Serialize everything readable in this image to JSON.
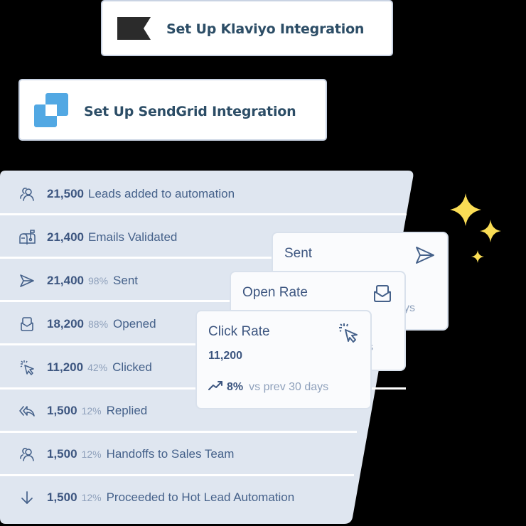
{
  "integrations": {
    "klaviyo": {
      "label": "Set Up Klaviyo Integration",
      "icon": "klaviyo-flag-icon",
      "color": "#2b2b2b"
    },
    "sendgrid": {
      "label": "Set Up SendGrid Integration",
      "icon": "sendgrid-squares-icon",
      "color": "#52a8e3"
    }
  },
  "funnel": {
    "rows": [
      {
        "icon": "users-icon",
        "count": "21,500",
        "percent": "",
        "label": "Leads added to automation"
      },
      {
        "icon": "mailbox-icon",
        "count": "21,400",
        "percent": "",
        "label": "Emails Validated"
      },
      {
        "icon": "send-icon",
        "count": "21,400",
        "percent": "98%",
        "label": "Sent"
      },
      {
        "icon": "envelope-open-icon",
        "count": "18,200",
        "percent": "88%",
        "label": "Opened"
      },
      {
        "icon": "cursor-click-icon",
        "count": "11,200",
        "percent": "42%",
        "label": "Clicked"
      },
      {
        "icon": "reply-all-icon",
        "count": "1,500",
        "percent": "12%",
        "label": "Replied"
      },
      {
        "icon": "users-icon",
        "count": "1,500",
        "percent": "12%",
        "label": "Handoffs to Sales Team"
      },
      {
        "icon": "arrow-down-icon",
        "count": "1,500",
        "percent": "12%",
        "label": "Proceeded to Hot Lead Automation"
      }
    ]
  },
  "cards": {
    "sent": {
      "title": "Sent",
      "icon": "send-icon",
      "trend_tail": "ys"
    },
    "open": {
      "title": "Open Rate",
      "icon": "envelope-open-icon",
      "trend_tail": "ys"
    },
    "click": {
      "title": "Click Rate",
      "icon": "cursor-click-icon",
      "value": "11,200",
      "trend_value": "8%",
      "trend_text": "vs prev 30 days"
    }
  },
  "colors": {
    "funnel_bg": "#dfe6f0",
    "text": "#45618a",
    "muted": "#8ea0bb",
    "sparkle": "#fadd55"
  }
}
